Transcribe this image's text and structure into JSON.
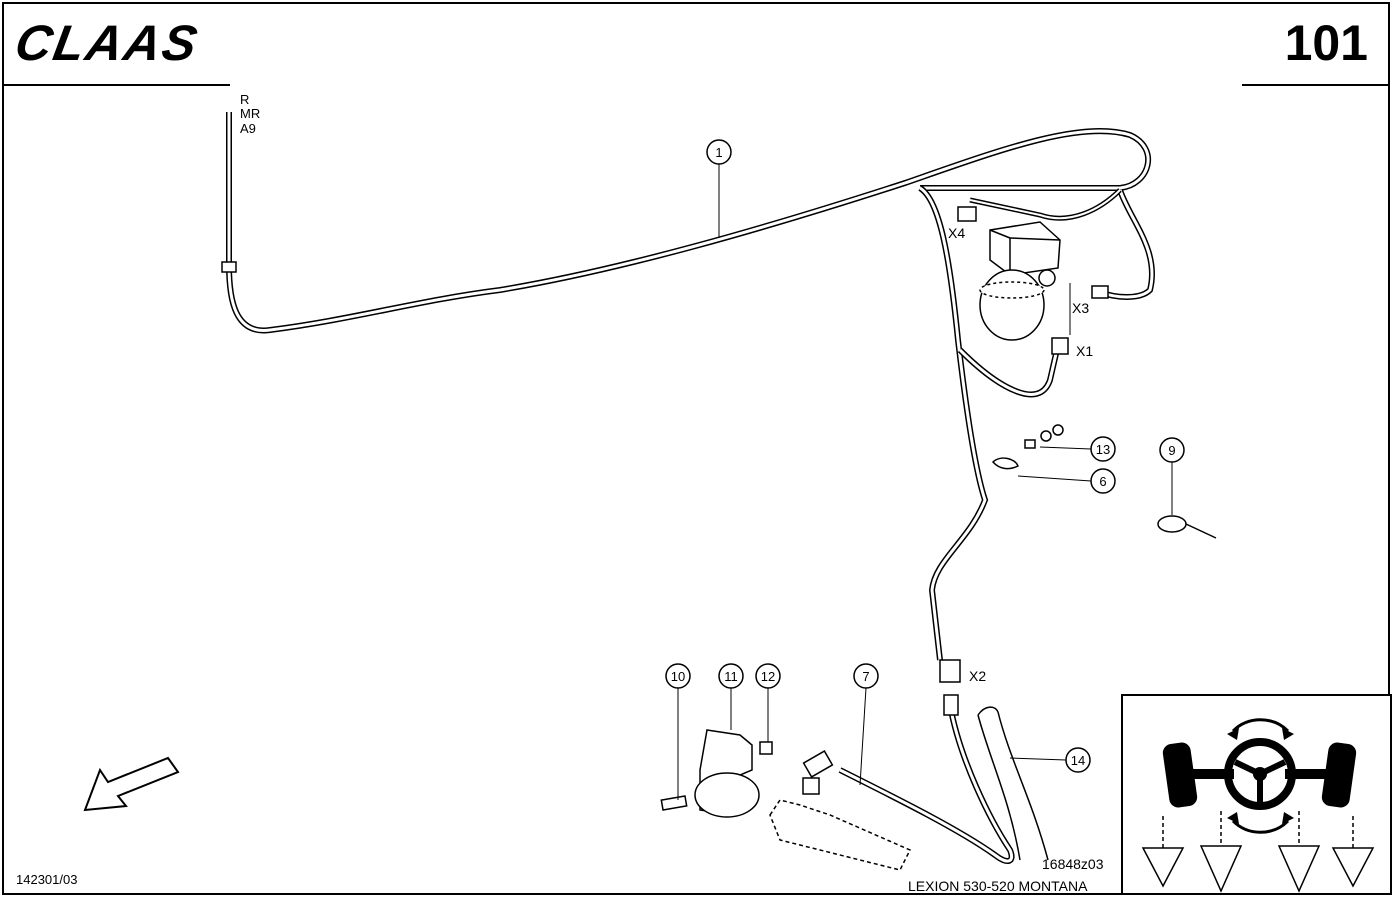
{
  "header": {
    "logo_text": "CLAAS",
    "page_number": "101"
  },
  "labels": {
    "reference_code": "R\nMR\nA9",
    "drawing_number": "16848z03",
    "model": "LEXION 530-520 MONTANA",
    "sheet_id": "142301/03"
  },
  "connectors": [
    {
      "name": "X4"
    },
    {
      "name": "X3"
    },
    {
      "name": "X1"
    },
    {
      "name": "X2"
    }
  ],
  "callouts": [
    "1",
    "13",
    "6",
    "9",
    "10",
    "11",
    "12",
    "7",
    "14"
  ],
  "colors": {
    "ink": "#000000",
    "paper": "#ffffff",
    "hatch": "#808080"
  }
}
